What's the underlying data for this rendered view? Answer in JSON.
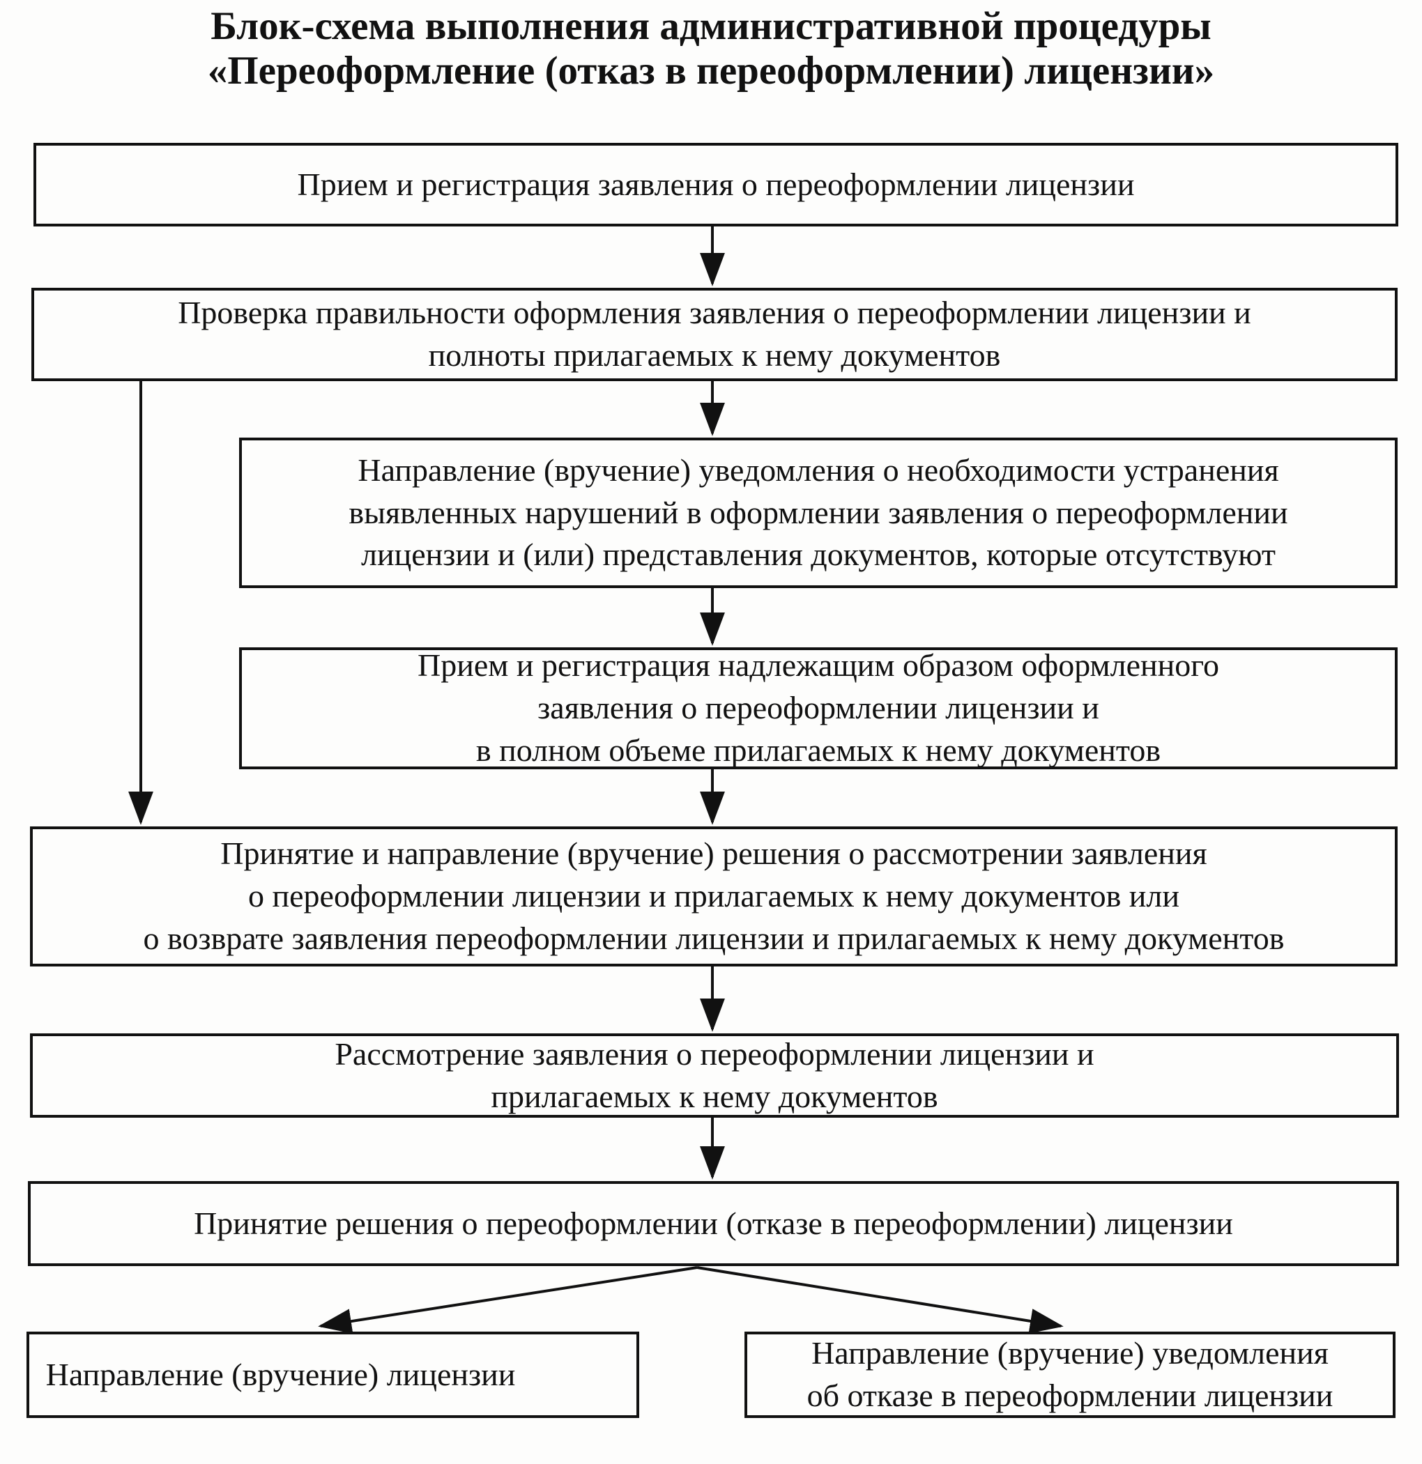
{
  "title": {
    "line1": "Блок-схема выполнения административной процедуры",
    "line2": "«Переоформление (отказ в переоформлении) лицензии»"
  },
  "flow": {
    "box1": {
      "line1": "Прием и регистрация заявления о переоформлении лицензии"
    },
    "box2": {
      "line1": "Проверка правильности оформления заявления о переоформлении лицензии и",
      "line2": "полноты прилагаемых к нему документов"
    },
    "box3": {
      "line1": "Направление (вручение) уведомления о необходимости устранения",
      "line2": "выявленных нарушений в оформлении заявления о переоформлении",
      "line3": "лицензии и (или) представления документов, которые отсутствуют"
    },
    "box4": {
      "line1": "Прием и регистрация надлежащим образом оформленного",
      "line2": "заявления о переоформлении лицензии и",
      "line3": "в полном объеме прилагаемых к нему документов"
    },
    "box5": {
      "line1": "Принятие и направление (вручение) решения о рассмотрении заявления",
      "line2": "о переоформлении лицензии и прилагаемых к нему документов или",
      "line3": "о возврате заявления переоформлении лицензии и прилагаемых к нему документов"
    },
    "box6": {
      "line1": "Рассмотрение заявления о переоформлении лицензии и",
      "line2": "прилагаемых к нему документов"
    },
    "box7": {
      "line1": "Принятие решения о переоформлении (отказе в переоформлении) лицензии"
    },
    "box8": {
      "line1": "Направление (вручение) лицензии"
    },
    "box9": {
      "line1": "Направление (вручение) уведомления",
      "line2": "об отказе в переоформлении лицензии"
    }
  },
  "colors": {
    "ink": "#111111",
    "paper": "#fdfdfc"
  }
}
